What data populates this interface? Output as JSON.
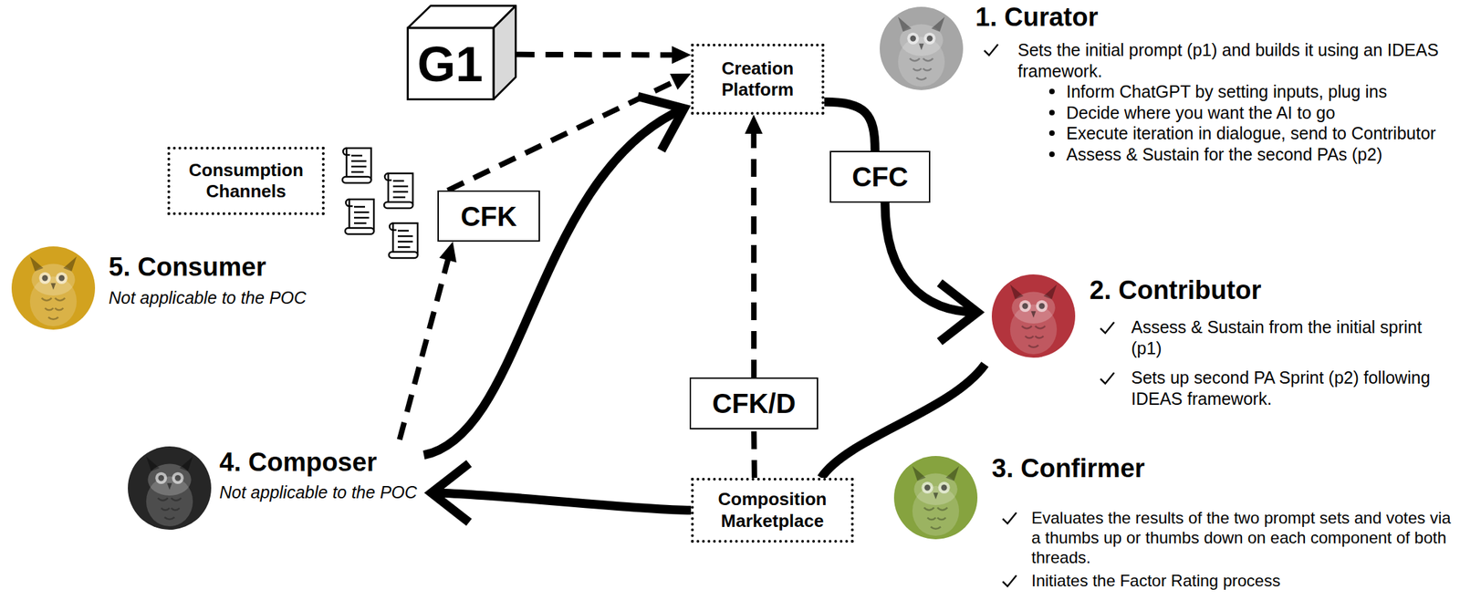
{
  "diagram": {
    "nodes": [
      {
        "text": [
          "G1"
        ]
      },
      {
        "text": [
          "Creation Platform"
        ]
      },
      {
        "text": [
          "1. Curator",
          "Sets the initial prompt (p1) and builds it using an IDEAS framework.",
          "Inform ChatGPT by setting inputs, plug ins",
          "Decide where you want the AI to go",
          "Execute iteration in dialogue, send to Contributor",
          "Assess & Sustain for the second PAs (p2)"
        ]
      },
      {
        "text": [
          "Consumption Channels"
        ]
      },
      {
        "text": [
          "CFK"
        ]
      },
      {
        "text": [
          "CFC"
        ]
      },
      {
        "text": [
          "5. Consumer",
          "Not applicable to the POC"
        ]
      },
      {
        "text": [
          "2. Contributor",
          "Assess & Sustain from the initial sprint (p1)",
          "Sets up second PA Sprint (p2) following IDEAS framework."
        ]
      },
      {
        "text": [
          "CFK/D"
        ]
      },
      {
        "text": [
          "4. Composer",
          "Not applicable to the POC"
        ]
      },
      {
        "text": [
          "Composition Marketplace"
        ]
      },
      {
        "text": [
          "3. Confirmer",
          "Evaluates the results of the two prompt sets and votes via a thumbs up or thumbs down on each component of both threads.",
          "Initiates the Factor Rating process"
        ]
      }
    ],
    "edges": [
      {
        "from": 0,
        "to": 1,
        "arrow": "to"
      },
      {
        "from": 1,
        "to": 5,
        "arrow": "none"
      },
      {
        "from": 5,
        "to": 7,
        "arrow": "to"
      },
      {
        "from": 7,
        "to": 10,
        "arrow": "none"
      },
      {
        "from": 10,
        "to": 9,
        "arrow": "to"
      },
      {
        "from": 9,
        "to": 1,
        "arrow": "to"
      },
      {
        "from": 10,
        "to": 8,
        "arrow": "none"
      },
      {
        "from": 8,
        "to": 1,
        "arrow": "to"
      },
      {
        "from": 9,
        "to": 4,
        "arrow": "to"
      },
      {
        "from": 4,
        "to": 1,
        "arrow": "to"
      }
    ]
  }
}
